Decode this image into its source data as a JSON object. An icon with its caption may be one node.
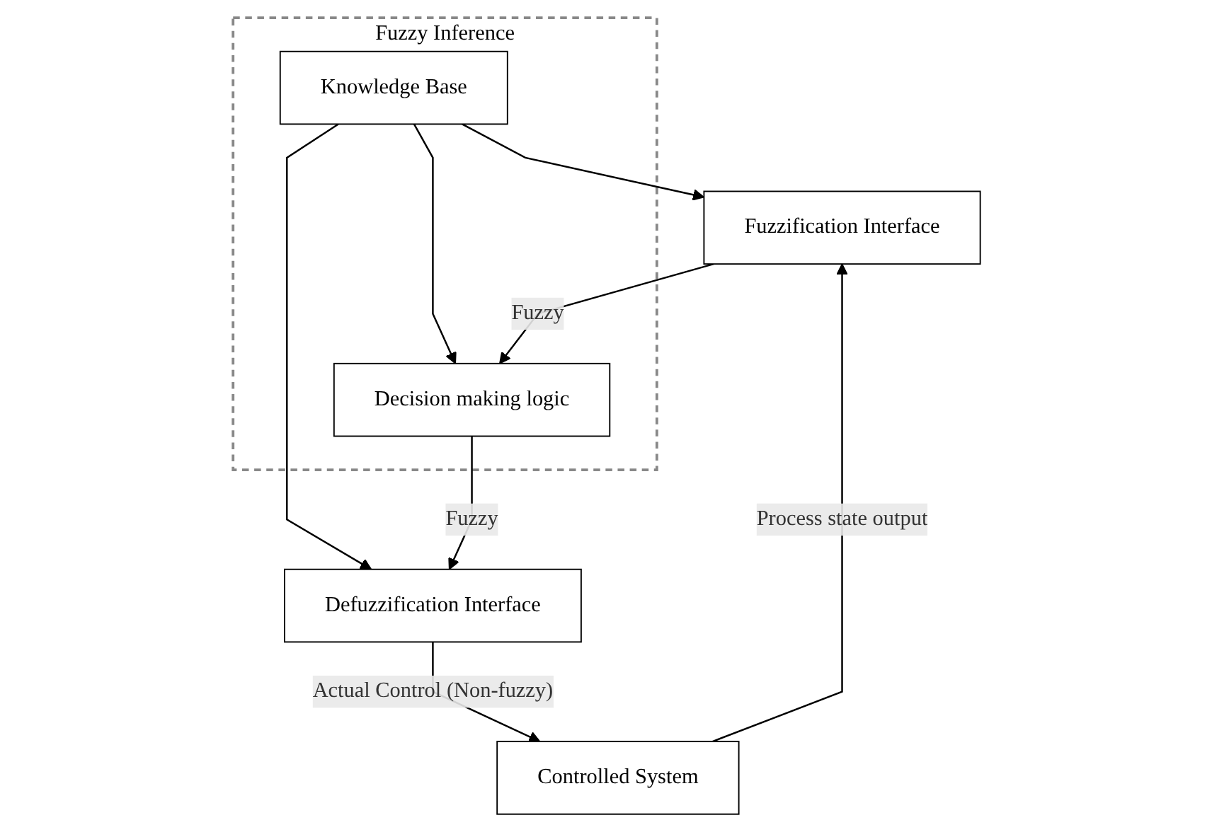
{
  "diagram": {
    "nodes": [
      {
        "text": [
          "Fuzzy Inference"
        ]
      },
      {
        "text": [
          "Knowledge Base"
        ],
        "in": 0
      },
      {
        "text": [
          "Decision making logic"
        ],
        "in": 0
      },
      {
        "text": [
          "Fuzzification Interface"
        ]
      },
      {
        "text": [
          "Defuzzification Interface"
        ]
      },
      {
        "text": [
          "Controlled System"
        ]
      }
    ],
    "edges": [
      {
        "from": 1,
        "to": 3,
        "arrow": "to"
      },
      {
        "from": 1,
        "to": 4,
        "arrow": "to"
      },
      {
        "from": 1,
        "to": 2,
        "arrow": "to"
      },
      {
        "from": 3,
        "to": 2,
        "arrow": "to",
        "label": "Fuzzy"
      },
      {
        "from": 2,
        "to": 4,
        "arrow": "to",
        "label": "Fuzzy"
      },
      {
        "from": 4,
        "to": 5,
        "arrow": "to",
        "label": "Actual Control (Non-fuzzy)"
      },
      {
        "from": 5,
        "to": 3,
        "arrow": "to",
        "label": "Process state output"
      }
    ]
  }
}
